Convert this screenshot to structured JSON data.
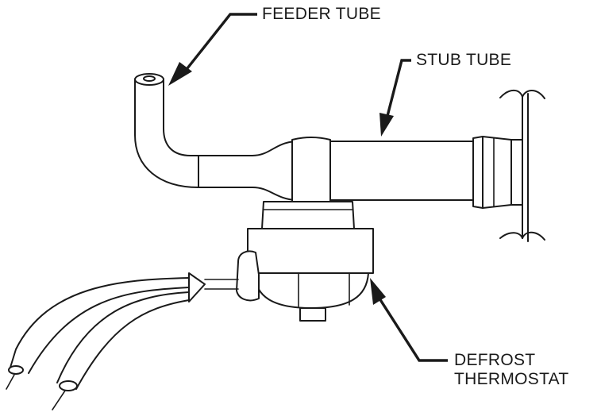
{
  "labels": {
    "feeder_tube": "FEEDER TUBE",
    "stub_tube": "STUB TUBE",
    "defrost_thermostat_line1": "DEFROST",
    "defrost_thermostat_line2": "THERMOSTAT"
  }
}
